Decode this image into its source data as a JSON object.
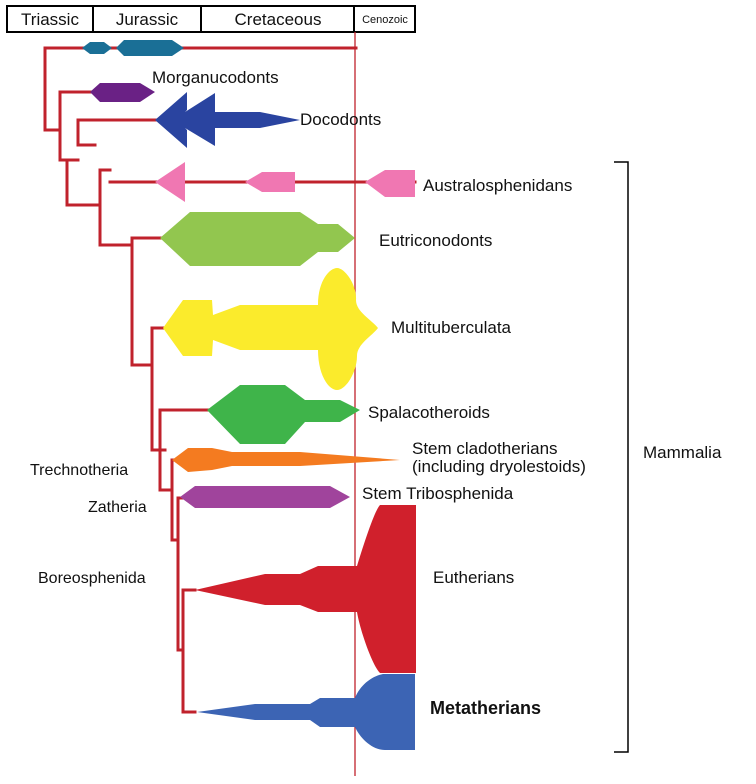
{
  "periods": {
    "triassic": "Triassic",
    "jurassic": "Jurassic",
    "cretaceous": "Cretaceous",
    "cenozoic": "Cenozoic"
  },
  "clades": {
    "morganucodonts": "Morganucodonts",
    "docodonts": "Docodonts",
    "australosphenidans": "Australosphenidans",
    "eutriconodonts": "Eutriconodonts",
    "multituberculata": "Multituberculata",
    "spalacotheroids": "Spalacotheroids",
    "stem_cladotherians_1": "Stem cladotherians",
    "stem_cladotherians_2": "(including dryolestoids)",
    "stem_tribosphenida": "Stem Tribosphenida",
    "eutherians": "Eutherians",
    "metatherians": "Metatherians"
  },
  "nodes": {
    "trechnotheria": "Trechnotheria",
    "zatheria": "Zatheria",
    "boreosphenida": "Boreosphenida"
  },
  "group": {
    "mammalia": "Mammalia"
  },
  "colors": {
    "tree": "#c0222c",
    "kt_boundary": "#c0222c",
    "basal": "#1a6f96",
    "morganucodonts": "#6a2185",
    "docodonts": "#2a44a0",
    "australosphenidans": "#f077b2",
    "eutriconodonts": "#92c64f",
    "multituberculata": "#fbeb2c",
    "spalacotheroids": "#3fb44a",
    "stem_cladotherians": "#f47b20",
    "stem_tribosphenida": "#a0449c",
    "eutherians": "#d0202c",
    "metatherians": "#3c64b4"
  }
}
